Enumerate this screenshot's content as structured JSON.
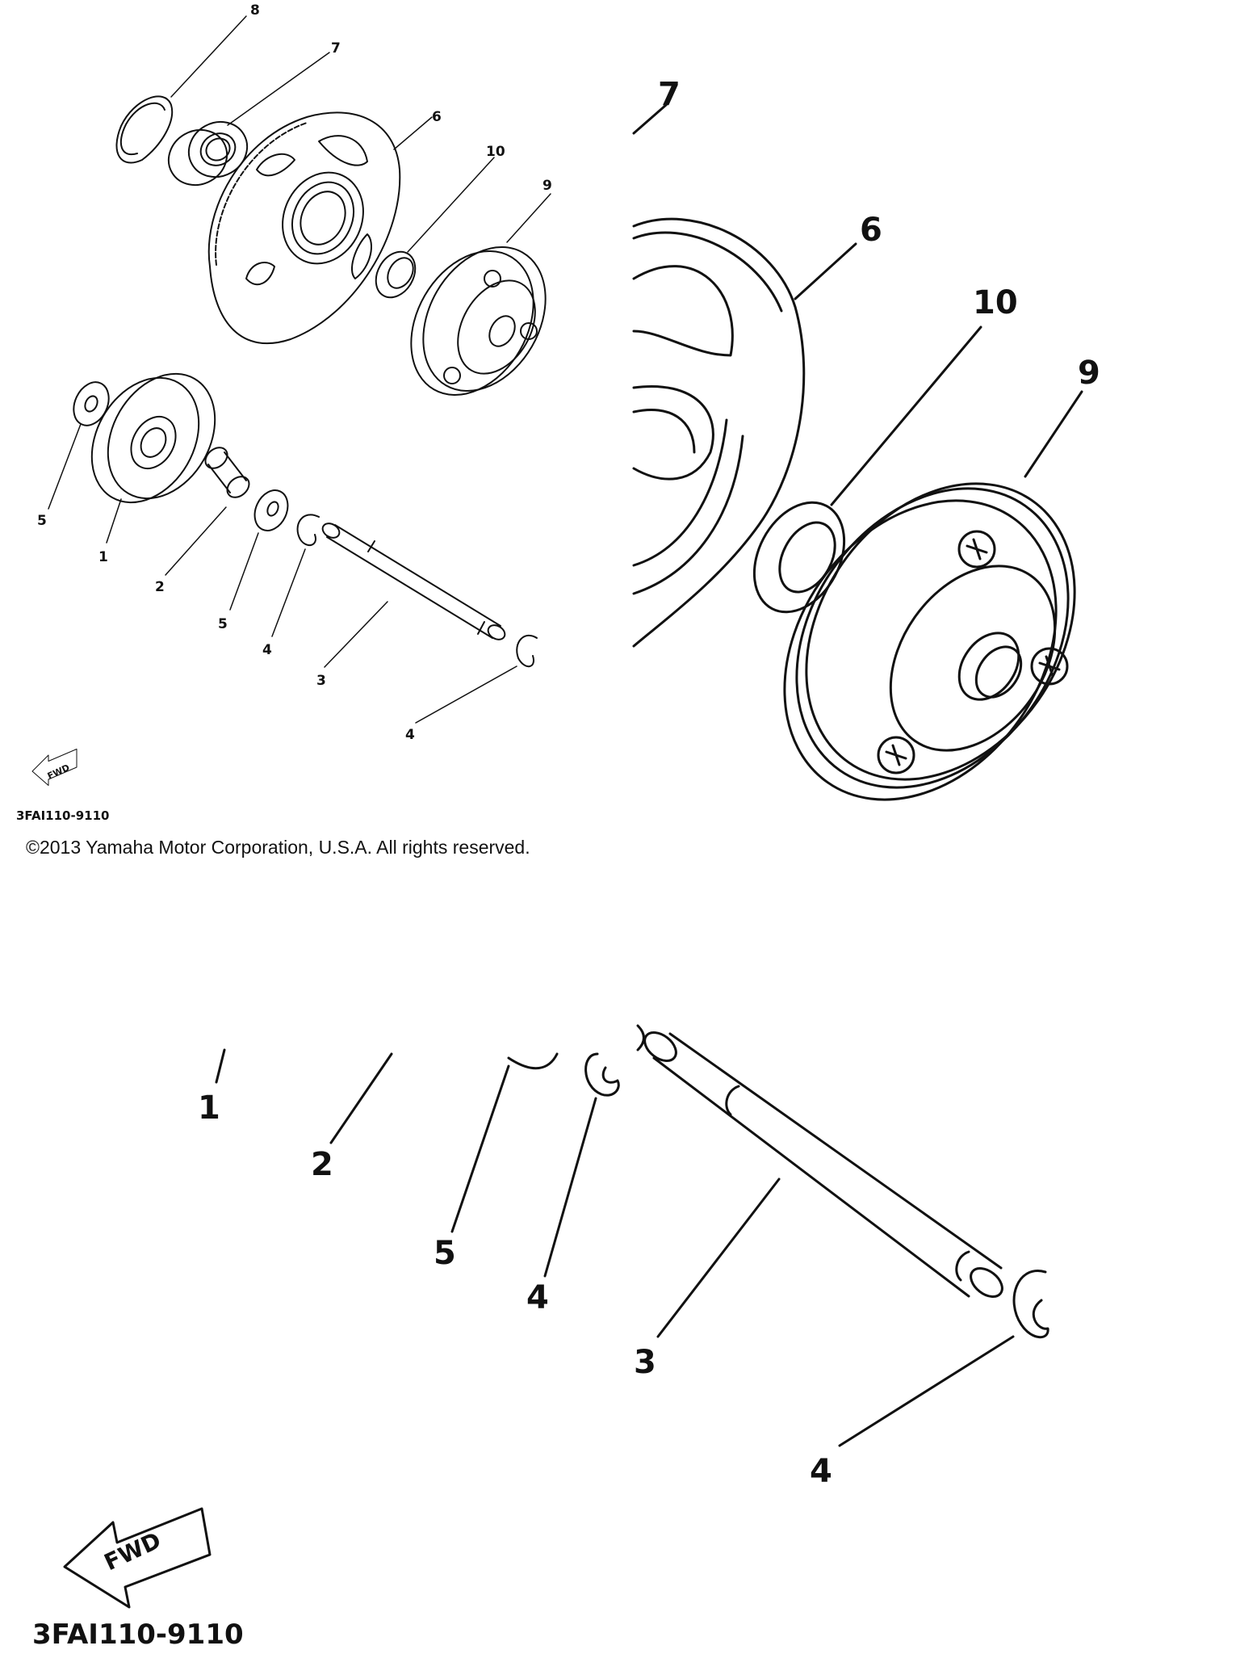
{
  "overview": {
    "callouts": [
      "8",
      "7",
      "6",
      "10",
      "9",
      "5",
      "1",
      "2",
      "5",
      "4",
      "3",
      "4"
    ],
    "part_code": "3FAI110-9110",
    "fwd_label": "FWD"
  },
  "copyright": "©2013 Yamaha Motor Corporation, U.S.A. All rights reserved.",
  "detail_gear": {
    "callouts": [
      "7",
      "6",
      "10",
      "9"
    ]
  },
  "detail_shaft": {
    "callouts": [
      "1",
      "2",
      "5",
      "4",
      "3",
      "4"
    ],
    "part_code": "3FAI110-9110",
    "fwd_label": "FWD"
  },
  "icons": [
    "fwd-arrow-icon",
    "phillips-screw-icon",
    "circlip-icon"
  ]
}
